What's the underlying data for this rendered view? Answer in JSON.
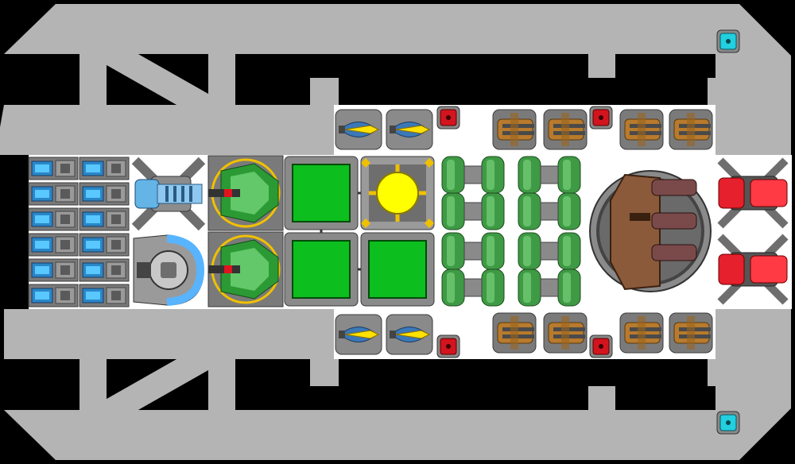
{
  "scene": {
    "kind": "spaceship-builder-top-down",
    "colors": {
      "background": "#000000",
      "hull": "#b4b4b4",
      "deck": "#ffffff",
      "armor_dark": "#555555",
      "reactor_green": "#0cbe1e",
      "core_yellow": "#ffff00",
      "energy_blue": "#3aa0e6",
      "laser_red": "#d2141e",
      "cannon_bronze": "#b87a2c",
      "thruster_red": "#e6202c",
      "tank_green": "#3e9a44",
      "sensor_cyan": "#22d0e0"
    },
    "modules": [
      {
        "name": "battery-cell",
        "count": 12,
        "icon": "battery-icon"
      },
      {
        "name": "ion-cannon",
        "count": 1,
        "icon": "ion-cannon-icon"
      },
      {
        "name": "shield-generator",
        "count": 1,
        "icon": "shield-icon"
      },
      {
        "name": "green-turret",
        "count": 2,
        "icon": "turret-icon"
      },
      {
        "name": "power-reactor",
        "count": 3,
        "icon": "reactor-icon"
      },
      {
        "name": "core",
        "count": 1,
        "icon": "core-icon"
      },
      {
        "name": "fuel-tank",
        "count": 4,
        "icon": "tank-icon"
      },
      {
        "name": "main-gun-turret",
        "count": 1,
        "icon": "main-gun-icon"
      },
      {
        "name": "engine-thruster",
        "count": 2,
        "icon": "thruster-icon"
      },
      {
        "name": "yellow-laser",
        "count": 4,
        "icon": "laser-icon"
      },
      {
        "name": "auto-cannon",
        "count": 8,
        "icon": "cannon-icon"
      },
      {
        "name": "red-node",
        "count": 4,
        "icon": "node-icon"
      },
      {
        "name": "sensor-node",
        "count": 2,
        "icon": "sensor-icon"
      }
    ]
  }
}
